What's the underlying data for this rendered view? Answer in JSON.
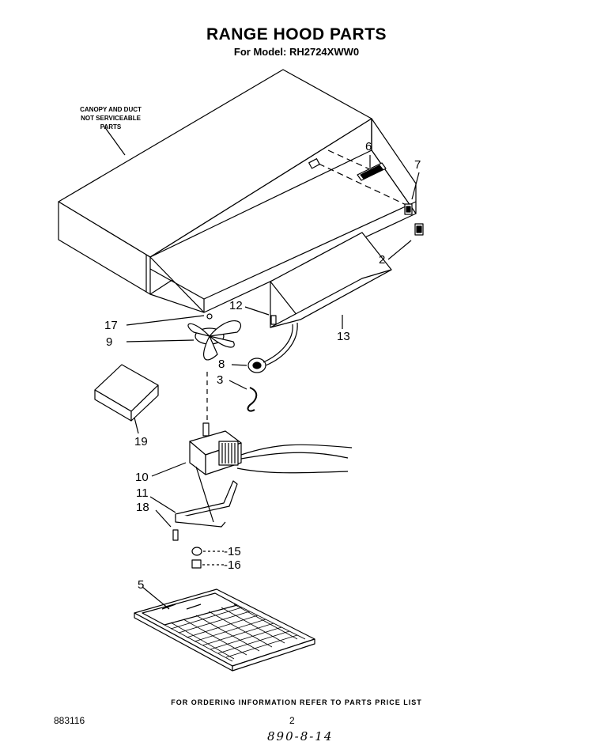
{
  "title": "RANGE HOOD PARTS",
  "subtitle": "For Model: RH2724XWW0",
  "note_lines": [
    "CANOPY AND DUCT",
    "NOT SERVICEABLE",
    "PARTS"
  ],
  "footer": "FOR ORDERING INFORMATION REFER TO PARTS PRICE LIST",
  "doc_number": "883116",
  "page_number": "2",
  "handwritten": "890-8-14",
  "callouts": {
    "c2": "2",
    "c3": "3",
    "c5": "5",
    "c6": "6",
    "c7": "7",
    "c8": "8",
    "c9": "9",
    "c10": "10",
    "c11": "11",
    "c12": "12",
    "c13": "13",
    "c15": "-15",
    "c16": "-16",
    "c17": "17",
    "c18": "18",
    "c19": "19"
  }
}
